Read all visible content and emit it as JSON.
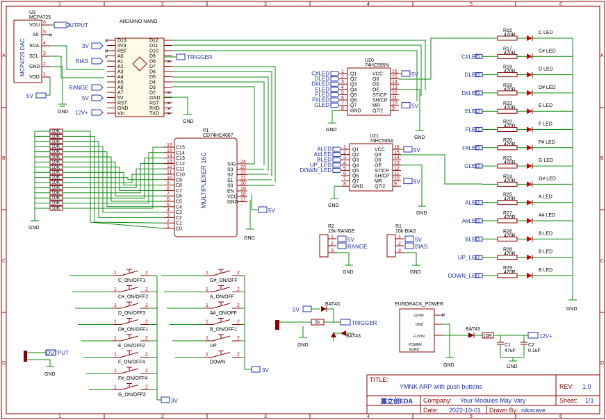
{
  "frame": {
    "col_labels": [
      "1",
      "2",
      "3",
      "4",
      "5",
      "6"
    ],
    "row_labels": [
      "A",
      "B",
      "C",
      "D"
    ]
  },
  "dac": {
    "ref": "U3",
    "part": "MCP4725",
    "name": "MCP4725 DAC",
    "pins": [
      {
        "num": "6",
        "name": "VOU"
      },
      {
        "num": "5",
        "name": "A0"
      },
      {
        "num": "4",
        "name": "SDA"
      },
      {
        "num": "3",
        "name": "SCL"
      },
      {
        "num": "2",
        "name": "GND"
      },
      {
        "num": "1",
        "name": "VDD"
      }
    ],
    "net_output": "OUTPUT",
    "net_5v": "5V"
  },
  "arduino": {
    "name": "ARDUINO NANO",
    "left_pins": [
      "D13",
      "3V3",
      "REF",
      "A0",
      "A1",
      "A2",
      "A3",
      "A4",
      "A5",
      "A6",
      "A7",
      "5V",
      "RST",
      "GND",
      "Vin"
    ],
    "right_pins": [
      "D12",
      "D11",
      "D10",
      "D9",
      "D8",
      "D7",
      "D6",
      "D5",
      "D4",
      "D3",
      "D2",
      "GND",
      "RST",
      "RXD",
      "TXD"
    ],
    "nets": {
      "v3": "3V",
      "bias": "BIAS",
      "range": "RANGE",
      "v5": "5V",
      "v12": "12V+",
      "trigger": "TRIGGER"
    }
  },
  "mux": {
    "ref": "P1",
    "part": "CD74HC4067",
    "name": "MULTIPLEXER 16C",
    "left_pins": [
      {
        "num": "16",
        "name": "C15"
      },
      {
        "num": "15",
        "name": "C14"
      },
      {
        "num": "14",
        "name": "C13"
      },
      {
        "num": "13",
        "name": "C12"
      },
      {
        "num": "12",
        "name": "C11"
      },
      {
        "num": "11",
        "name": "C10"
      },
      {
        "num": "10",
        "name": "C9"
      },
      {
        "num": "9",
        "name": "C8"
      },
      {
        "num": "8",
        "name": "C7"
      },
      {
        "num": "7",
        "name": "C6"
      },
      {
        "num": "6",
        "name": "C5"
      },
      {
        "num": "5",
        "name": "C4"
      },
      {
        "num": "4",
        "name": "C3"
      },
      {
        "num": "3",
        "name": "C2"
      },
      {
        "num": "2",
        "name": "C1"
      },
      {
        "num": "1",
        "name": "C0"
      }
    ],
    "right_pins": [
      {
        "num": "24",
        "name": "SIG"
      },
      {
        "num": "23",
        "name": "S3"
      },
      {
        "num": "22",
        "name": "S2"
      },
      {
        "num": "21",
        "name": "S1"
      },
      {
        "num": "20",
        "name": "S0"
      },
      {
        "num": "19",
        "name": "EN"
      },
      {
        "num": "18",
        "name": "VCC"
      },
      {
        "num": "17",
        "name": "GND"
      }
    ],
    "net_5v": "5V"
  },
  "resistors_10k": "10K",
  "gnd": "GND",
  "switches_left": [
    "C_ON/OFF1",
    "C#_ON/OFF2",
    "D_ON/OFF3",
    "D#_ON/OFF1",
    "E_ON/OFF2",
    "F_ON/OFF4",
    "F#_ON/OFF4",
    "G_ON/OFF3"
  ],
  "switches_right": [
    "G#_ON/OFF",
    "A_ON/OFF",
    "A#_ON/OFF",
    "B_ON/OFF1",
    "UP",
    "DOWN"
  ],
  "net_3v": "3V",
  "u20": {
    "ref": "U20",
    "part": "74HC595N",
    "left": [
      {
        "num": "1",
        "name": "Q1"
      },
      {
        "num": "2",
        "name": "Q2"
      },
      {
        "num": "3",
        "name": "Q3"
      },
      {
        "num": "4",
        "name": "Q4"
      },
      {
        "num": "5",
        "name": "Q5"
      },
      {
        "num": "6",
        "name": "Q6"
      },
      {
        "num": "7",
        "name": "Q7"
      },
      {
        "num": "8",
        "name": "GND"
      }
    ],
    "right": [
      {
        "num": "16",
        "name": "VCC"
      },
      {
        "num": "15",
        "name": "Q0"
      },
      {
        "num": "14",
        "name": "DS"
      },
      {
        "num": "13",
        "name": "OE"
      },
      {
        "num": "12",
        "name": "ST/CP"
      },
      {
        "num": "11",
        "name": "SH/CP"
      },
      {
        "num": "10",
        "name": "MR"
      },
      {
        "num": "9",
        "name": "Q7/2"
      }
    ],
    "nets_left": [
      "C#LED",
      "DLED",
      "D#LED",
      "ELED",
      "FLED",
      "F#LED",
      "GLED"
    ]
  },
  "u21": {
    "ref": "U21",
    "part": "74HC595A",
    "left": [
      {
        "num": "1",
        "name": "Q1"
      },
      {
        "num": "2",
        "name": "Q2"
      },
      {
        "num": "3",
        "name": "Q3"
      },
      {
        "num": "4",
        "name": "Q4"
      },
      {
        "num": "5",
        "name": "Q5"
      },
      {
        "num": "6",
        "name": "Q6"
      },
      {
        "num": "7",
        "name": "Q7"
      },
      {
        "num": "8",
        "name": "GND"
      }
    ],
    "right": [
      {
        "num": "16",
        "name": "VCC"
      },
      {
        "num": "15",
        "name": "Q0"
      },
      {
        "num": "14",
        "name": "DS"
      },
      {
        "num": "13",
        "name": "OE"
      },
      {
        "num": "12",
        "name": "ST/CP"
      },
      {
        "num": "11",
        "name": "SH/CP"
      },
      {
        "num": "10",
        "name": "MR"
      },
      {
        "num": "9",
        "name": "Q7/2"
      }
    ],
    "nets_left": [
      "ALED",
      "A#LED",
      "BLED",
      "UP_LED",
      "DOWN_LED"
    ]
  },
  "pots": [
    {
      "ref": "R2",
      "name": "10k-RANGE",
      "net1": "5V",
      "net2": "RANGE"
    },
    {
      "ref": "R1",
      "name": "10k-BIAS",
      "net1": "5V",
      "net2": "BIAS"
    }
  ],
  "leds": [
    {
      "ref": "R16",
      "val": "470R",
      "net": "",
      "led": "C LED"
    },
    {
      "ref": "R17",
      "val": "470R",
      "net": "C#LED",
      "led": "C# LED"
    },
    {
      "ref": "R19",
      "val": "470R",
      "net": "DLED",
      "led": "D LED"
    },
    {
      "ref": "R18",
      "val": "470R",
      "net": "D#LED",
      "led": "D# LED"
    },
    {
      "ref": "R23",
      "val": "470R",
      "net": "ELED",
      "led": "E LED"
    },
    {
      "ref": "R22",
      "val": "470R",
      "net": "FLED",
      "led": "F LED"
    },
    {
      "ref": "R20",
      "val": "470R",
      "net": "F#LED",
      "led": "F# LED"
    },
    {
      "ref": "R21",
      "val": "470R",
      "net": "GLED",
      "led": "G LED"
    },
    {
      "ref": "R24",
      "val": "470R",
      "net": "",
      "led": "G# LED"
    },
    {
      "ref": "R25",
      "val": "470R",
      "net": "ALED",
      "led": "A LED"
    },
    {
      "ref": "R27",
      "val": "470R",
      "net": "A#LED",
      "led": "A# LED"
    },
    {
      "ref": "R26",
      "val": "470R",
      "net": "BLED",
      "led": "B LED"
    },
    {
      "ref": "R28",
      "val": "470R",
      "net": "UP_LED",
      "led": "B LED"
    },
    {
      "ref": "R29",
      "val": "470R",
      "net": "DOWN_LED",
      "led": "B LED"
    }
  ],
  "trigger_circuit": {
    "diode": "BAT43",
    "res": "1k",
    "net_5v": "5V",
    "net_trig": "TRIGGER",
    "diode2": "BAT43"
  },
  "eurorack": {
    "name": "EURORACK_POWER",
    "pins": [
      "-12VIN",
      "GND",
      "+12VIN"
    ],
    "label": "POWER",
    "label2": "EURO",
    "diode": "BAT43",
    "res": "10R",
    "c1": "C1",
    "c1v": "47uF",
    "c2": "C2",
    "c2v": "0.1uF",
    "net": "12V+"
  },
  "output_jack": {
    "net": "OUTPUT"
  },
  "title_block": {
    "title_label": "TITLE:",
    "title": "YMNK ARP with push buttons",
    "rev_label": "REV:",
    "rev": "1.0",
    "company_label": "Company:",
    "company": "Your Modules May Vary",
    "sheet_label": "Sheet:",
    "sheet": "1/1",
    "date_label": "Date:",
    "date": "2022-10-01",
    "drawn_label": "Drawn By:",
    "drawn": "nikscave",
    "logo": "嘉立创EDA"
  }
}
